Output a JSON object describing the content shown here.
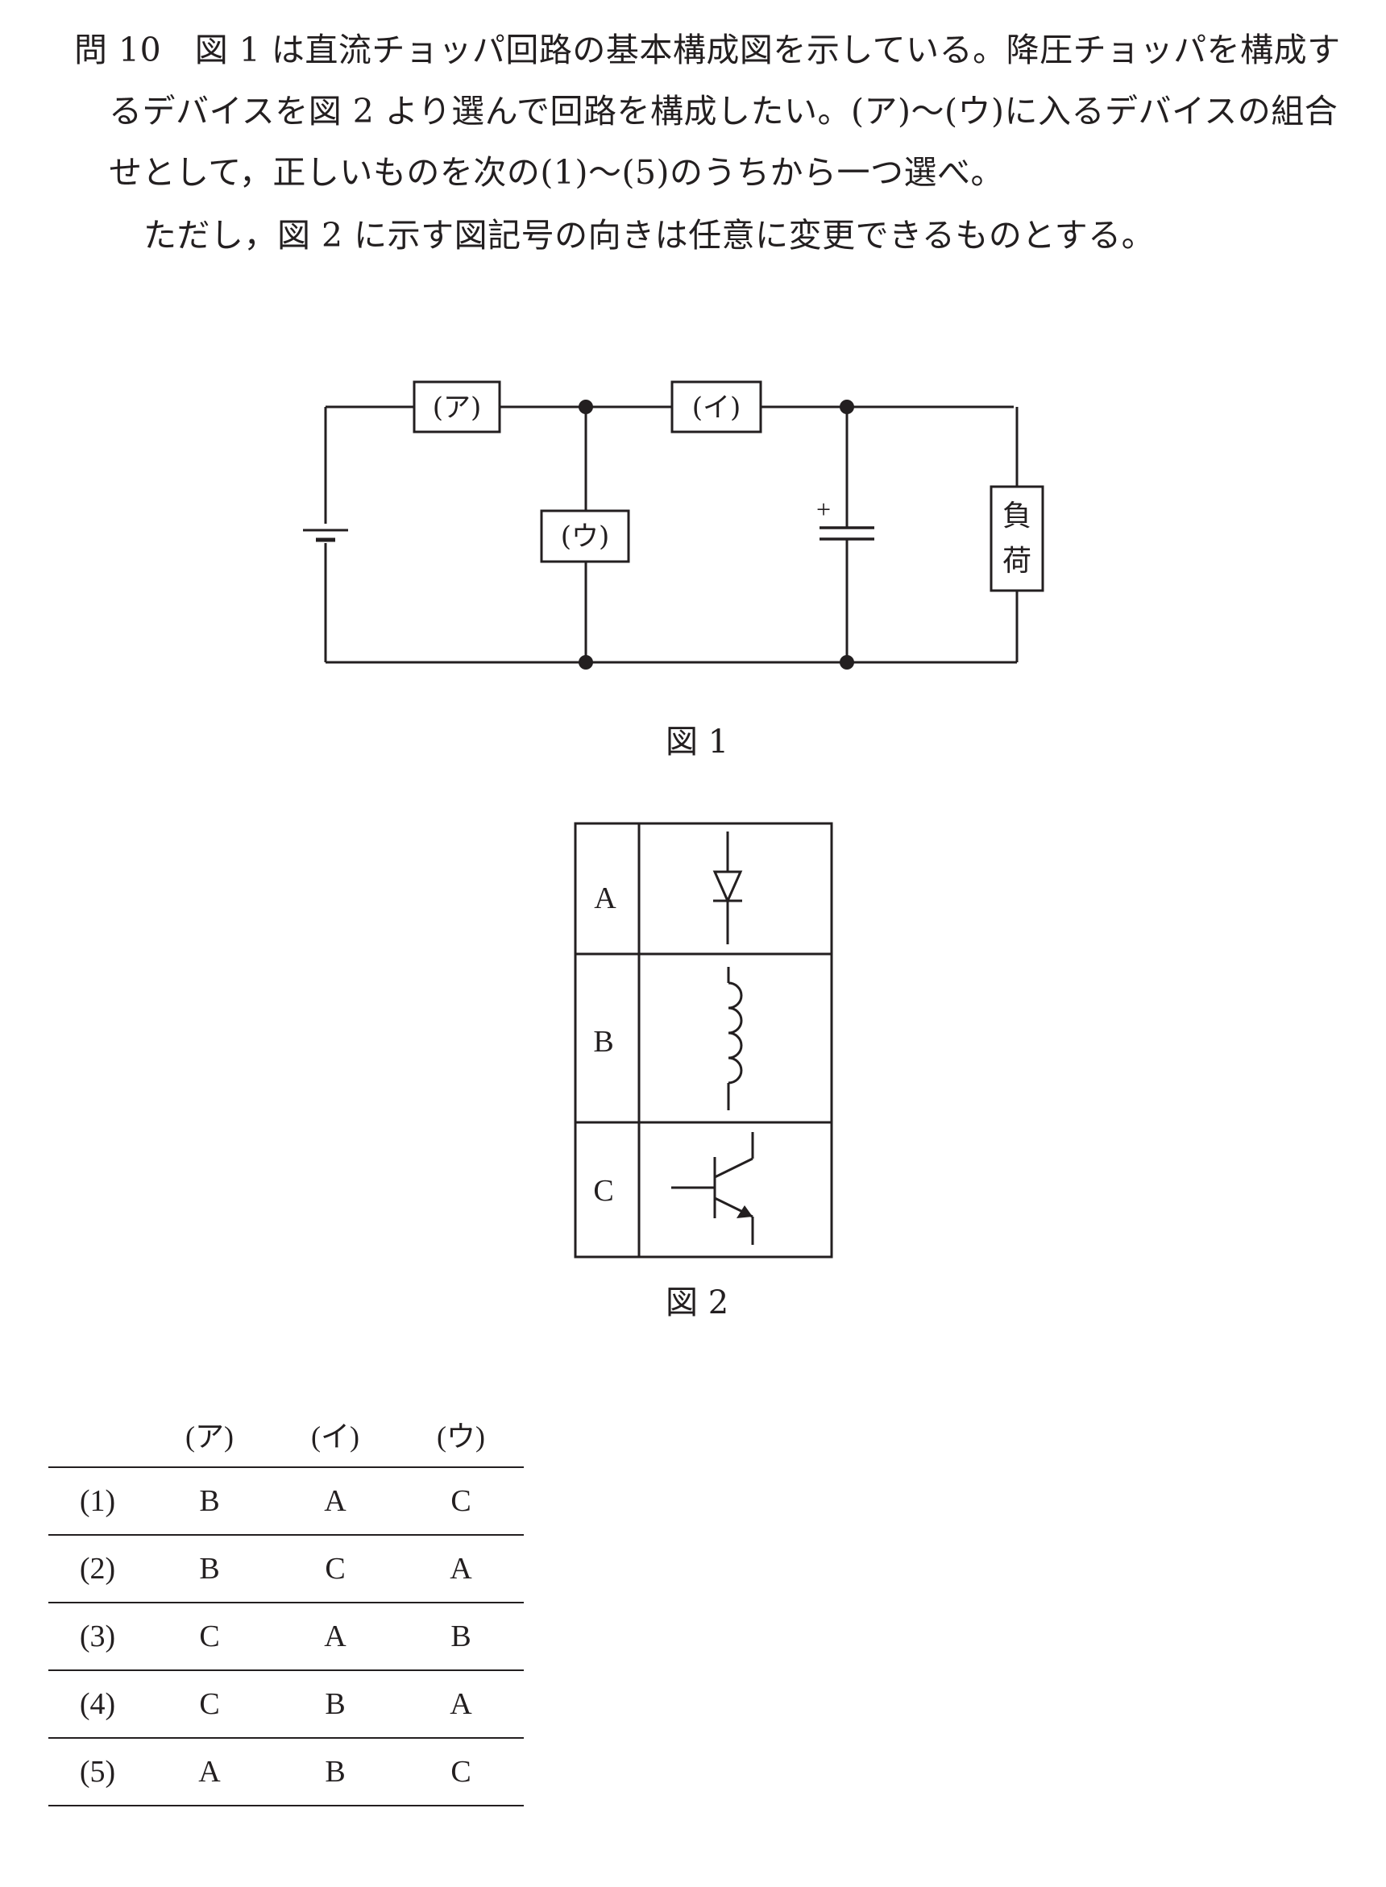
{
  "question": {
    "lines": [
      "問 10　図 1 は直流チョッパ回路の基本構成図を示している。降圧チョッパを構成す",
      "るデバイスを図 2 より選んで回路を構成したい。(ア)〜(ウ)に入るデバイスの組合",
      "せとして，正しいものを次の(1)〜(5)のうちから一つ選べ。",
      "ただし，図 2 に示す図記号の向きは任意に変更できるものとする。"
    ]
  },
  "figure1": {
    "caption": "図 1",
    "box_a": "(ア)",
    "box_i": "(イ)",
    "box_u": "(ウ)",
    "load_1": "負",
    "load_2": "荷",
    "cap_plus": "+"
  },
  "figure2": {
    "caption": "図 2",
    "rows": [
      {
        "label": "A",
        "icon": "diode-icon"
      },
      {
        "label": "B",
        "icon": "inductor-icon"
      },
      {
        "label": "C",
        "icon": "transistor-icon"
      }
    ]
  },
  "answers": {
    "headers": [
      "",
      "(ア)",
      "(イ)",
      "(ウ)"
    ],
    "rows": [
      [
        "(1)",
        "B",
        "A",
        "C"
      ],
      [
        "(2)",
        "B",
        "C",
        "A"
      ],
      [
        "(3)",
        "C",
        "A",
        "B"
      ],
      [
        "(4)",
        "C",
        "B",
        "A"
      ],
      [
        "(5)",
        "A",
        "B",
        "C"
      ]
    ]
  }
}
